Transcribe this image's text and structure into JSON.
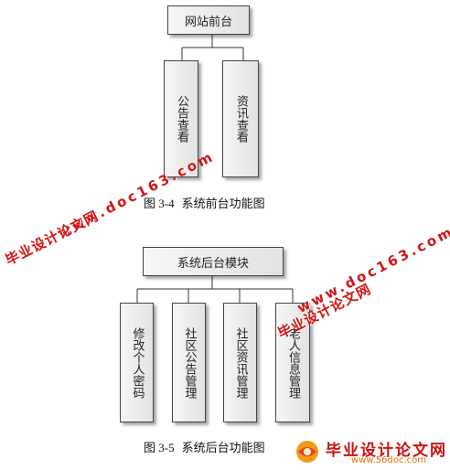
{
  "diagram_front": {
    "root": "网站前台",
    "children": [
      "公告查看",
      "资讯查看"
    ],
    "caption": {
      "number": "图 3-4",
      "text": "系统前台功能图"
    }
  },
  "diagram_back": {
    "root": "系统后台模块",
    "children": [
      "修改个人密码",
      "社区公告管理",
      "社区资讯管理",
      "老人信息管理"
    ],
    "caption": {
      "number": "图 3-5",
      "text": "系统后台功能图"
    }
  },
  "watermarks": {
    "brand_cn": "毕业设计论文网",
    "url": "www.doc163.com",
    "logo_text": "毕业设计论文网",
    "logo_url": "www.56doc.com"
  },
  "colors": {
    "watermark_red": "#d41414",
    "logo_orange": "#e07000"
  }
}
